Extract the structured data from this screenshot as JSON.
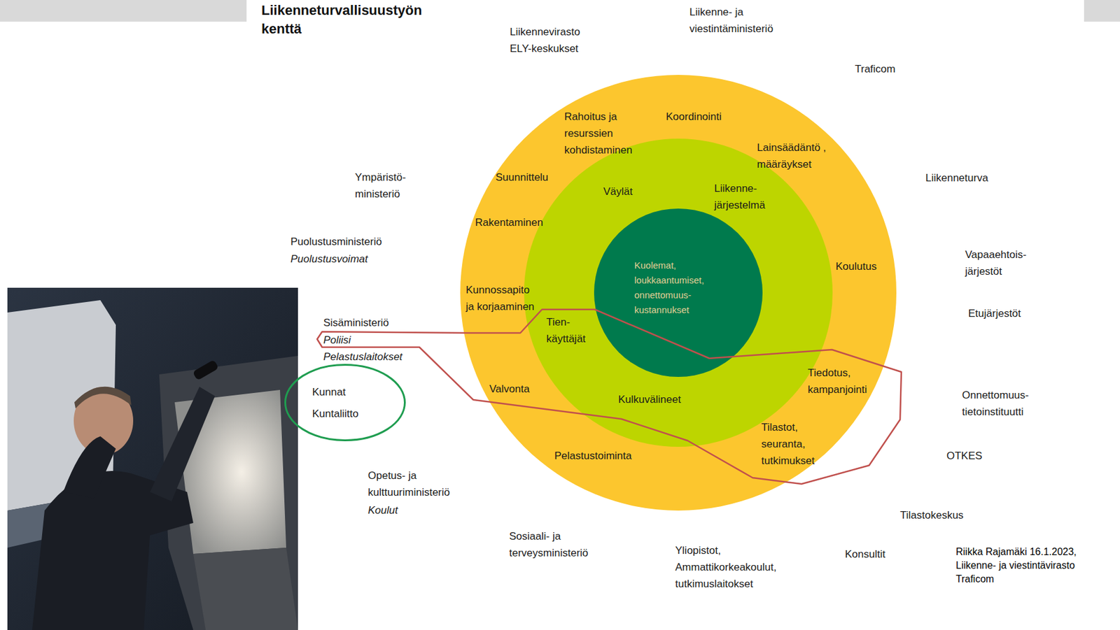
{
  "diagram": {
    "title": "Liikenneturvallisuustyön kenttä",
    "caption": "Riikka Rajamäki 16.1.2023, Liikenne- ja viestintävirasto Traficom",
    "nodes": [
      {
        "text": [
          "Rahoitus ja resurssien kohdistaminen",
          "Koordinointi",
          "Lainsäädäntö , määräykset",
          "Suunnittelu",
          "Rakentaminen",
          "Koulutus",
          "Kunnossapito ja korjaaminen",
          "Tiedotus, kampanjointi",
          "Valvonta",
          "Tilastot, seuranta, tutkimukset",
          "Pelastustoiminta"
        ]
      },
      {
        "text": [
          "Väylät",
          "Liikenne- järjestelmä",
          "Tien- käyttäjät",
          "Kulkuvälineet"
        ],
        "in": 0
      },
      {
        "text": [
          "Kuolemat, loukkaantumiset, onnettomuus- kustannukset"
        ],
        "in": 1
      },
      {
        "text": [
          "Kunnat",
          "Kuntaliitto"
        ]
      }
    ],
    "labels": [
      "Liikenne- ja viestintäministeriö",
      "Liikennevirasto ELY-keskukset",
      "Traficom",
      "Ympäristö- ministeriö",
      "Liikenneturva",
      "Puolustusministeriö",
      "Vapaaehtois- järjestöt",
      "Puolustusvoimat",
      "Etujärjestöt",
      "Sisäministeriö",
      "Poliisi",
      "Pelastuslaitokset",
      "Onnettomuus- tietoinstituutti",
      "OTKES",
      "Opetus- ja kulttuuriministeriö",
      "Koulut",
      "Tilastokeskus",
      "Sosiaali- ja terveysministeriö",
      "Yliopistot, Ammattikorkeakoulut, tutkimuslaitokset",
      "Konsultit"
    ]
  }
}
